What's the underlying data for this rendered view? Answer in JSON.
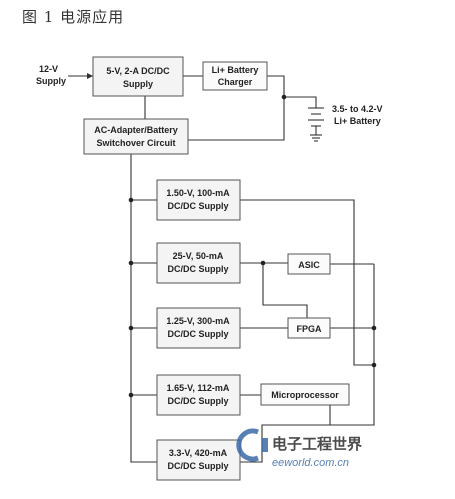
{
  "caption": "图 1 电源应用",
  "input": {
    "voltage": "12-V",
    "label": "Supply"
  },
  "main_supply": {
    "line1": "5-V, 2-A DC/DC",
    "line2": "Supply"
  },
  "charger": {
    "line1": "Li+ Battery",
    "line2": "Charger"
  },
  "battery": {
    "line1": "3.5- to 4.2-V",
    "line2": "Li+ Battery"
  },
  "switchover": {
    "line1": "AC-Adapter/Battery",
    "line2": "Switchover Circuit"
  },
  "supplies": [
    {
      "line1": "1.50-V, 100-mA",
      "line2": "DC/DC Supply"
    },
    {
      "line1": "25-V, 50-mA",
      "line2": "DC/DC Supply"
    },
    {
      "line1": "1.25-V, 300-mA",
      "line2": "DC/DC Supply"
    },
    {
      "line1": "1.65-V, 112-mA",
      "line2": "DC/DC Supply"
    },
    {
      "line1": "3.3-V, 420-mA",
      "line2": "DC/DC Supply"
    }
  ],
  "loads": {
    "asic": "ASIC",
    "fpga": "FPGA",
    "micro": "Microprocessor"
  },
  "watermark": {
    "brand": "电子工程世界",
    "sub": "eeworld.com.cn"
  }
}
